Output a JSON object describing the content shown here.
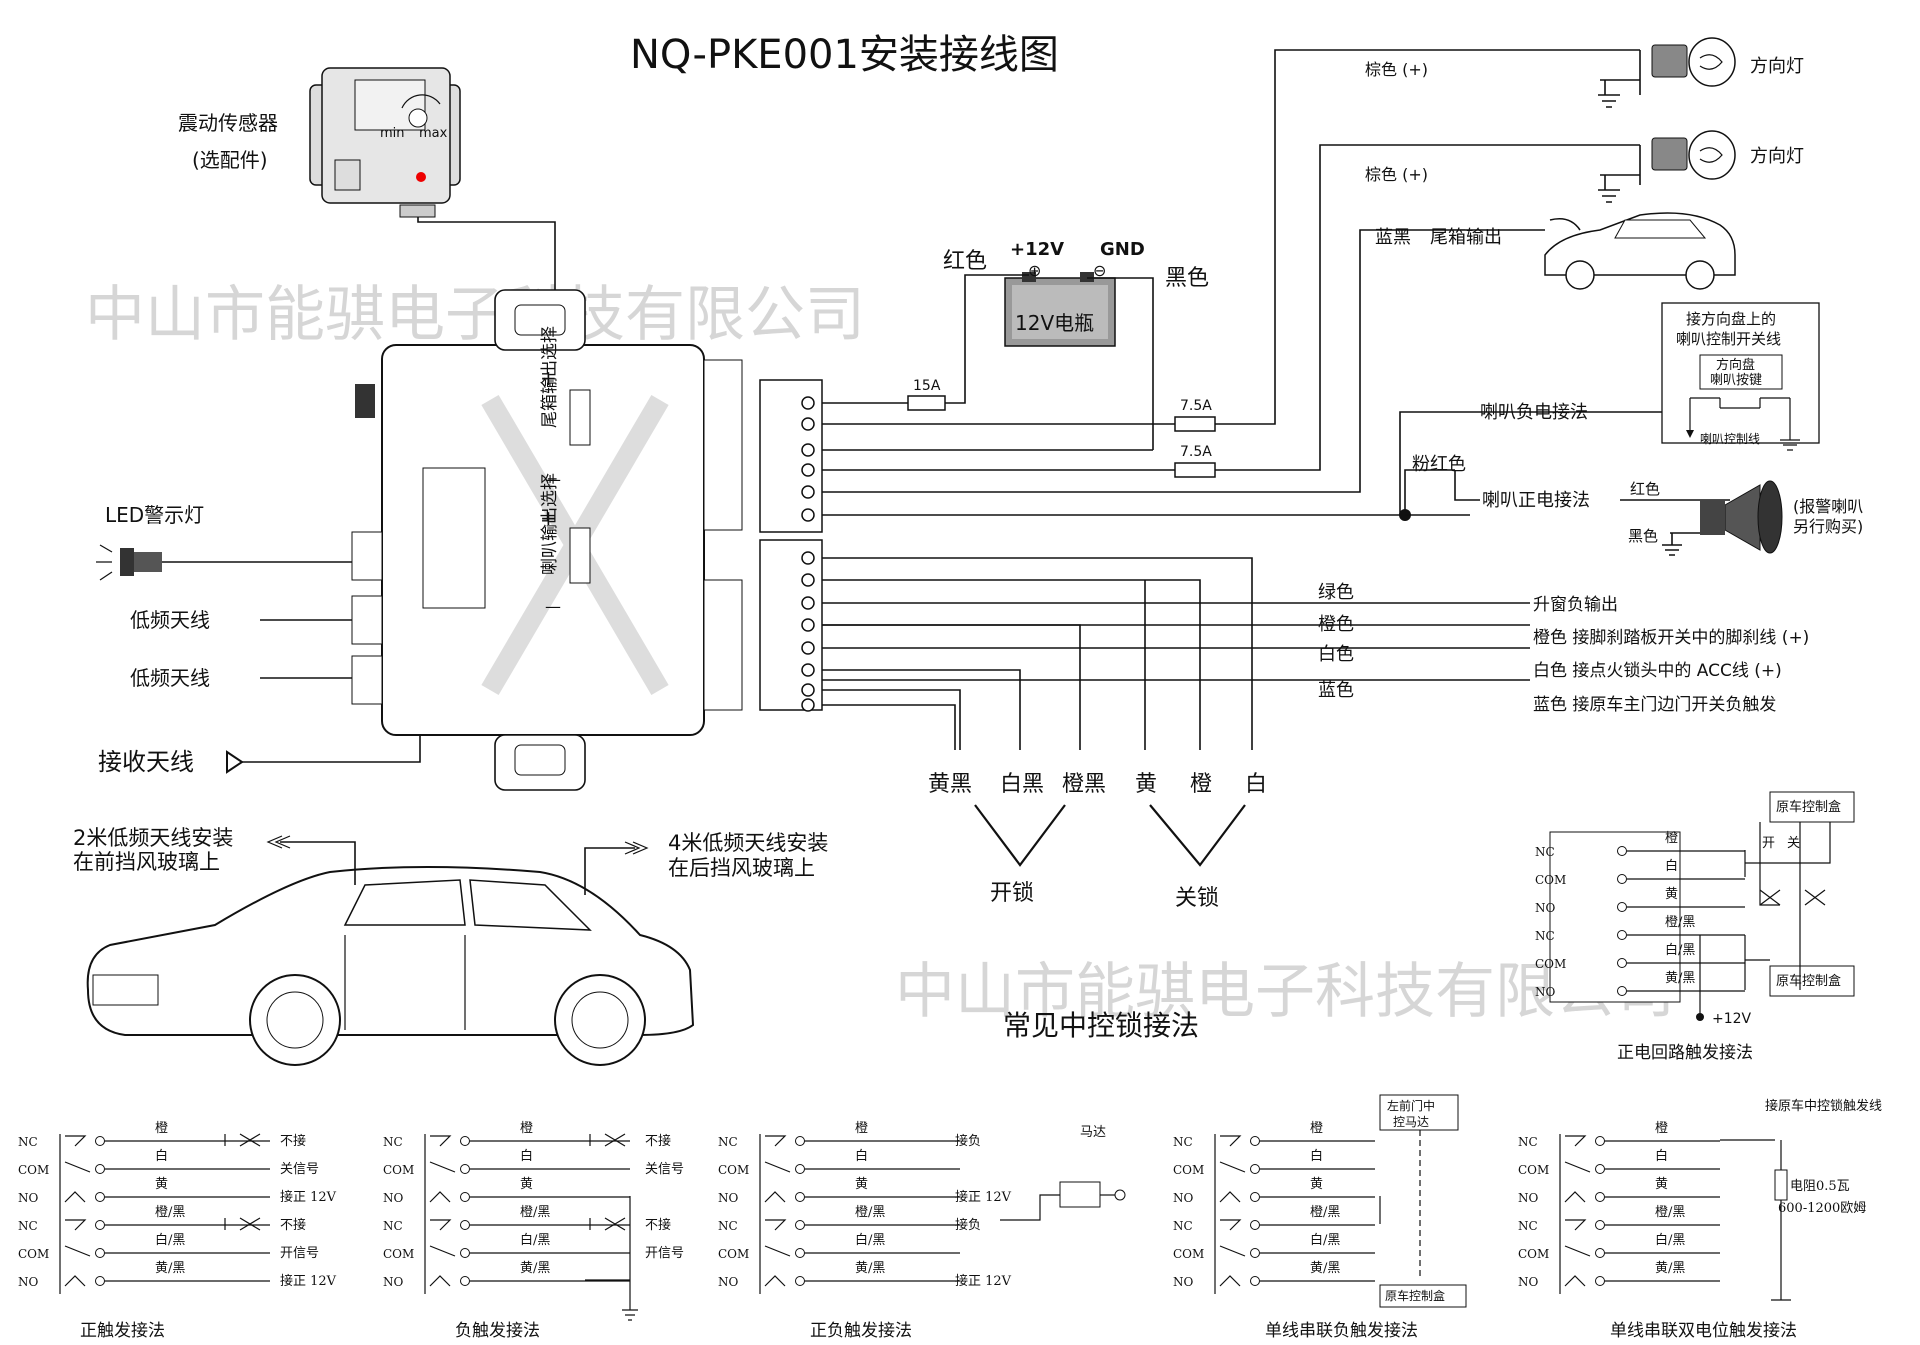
{
  "title": "NQ-PKE001安装接线图",
  "watermark": "中山市能骐电子科技有限公司",
  "main_unit": {
    "trunk_output_select": "尾箱输出选择",
    "horn_output_select": "喇叭输出选择",
    "plus": "+",
    "minus": "—"
  },
  "sensor": {
    "name": "震动传感器",
    "note": "(选配件)",
    "min": "min",
    "max": "max"
  },
  "battery": {
    "label": "12V电瓶",
    "pos": "+12V",
    "gnd": "GND",
    "pos_symbol": "⊕",
    "neg_symbol": "⊖",
    "red": "红色",
    "black": "黑色"
  },
  "fuses": {
    "f1": "15A",
    "f2": "7.5A",
    "f3": "7.5A"
  },
  "left_labels": {
    "led": "LED警示灯",
    "lf1": "低频天线",
    "lf2": "低频天线",
    "recv": "接收天线"
  },
  "top_right": {
    "brown1": "棕色 (+)",
    "lamp1": "方向灯",
    "brown2": "棕色 (+)",
    "lamp2": "方向灯",
    "trunk_wire": "蓝黑",
    "trunk_label": "尾箱输出",
    "horn_switch_title": "接方向盘上的 喇叭控制开关线",
    "horn_switch_title1": "接方向盘上的",
    "horn_switch_title2": "喇叭控制开关线",
    "steering_btn1": "方向盘",
    "steering_btn2": "喇叭按键",
    "horn_ctrl_line": "喇叭控制线",
    "horn_neg": "喇叭负电接法",
    "pink_red": "粉红色",
    "horn_pos": "喇叭正电接法",
    "horn_red": "红色",
    "horn_black": "黑色",
    "alarm_horn": "(报警喇叭另行购买)",
    "alarm_horn1": "(报警喇叭",
    "alarm_horn2": "另行购买)"
  },
  "lower_wires": [
    {
      "color": "绿色",
      "desc": "升窗负输出"
    },
    {
      "color": "橙色",
      "desc": "橙色  接脚刹踏板开关中的脚刹线 (+)"
    },
    {
      "color": "白色",
      "desc": "白色 接点火锁头中的 ACC线 (+)"
    },
    {
      "color": "蓝色",
      "desc": "蓝色 接原车主门边门开关负触发"
    }
  ],
  "lock_wires": [
    "黄黑",
    "白黑",
    "橙黑",
    "黄",
    "橙",
    "白"
  ],
  "unlock": "开锁",
  "lock": "关锁",
  "car": {
    "ant2": "2米低频天线安装",
    "ant2b": "在前挡风玻璃上",
    "ant4": "4米低频天线安装",
    "ant4b": "在后挡风玻璃上"
  },
  "common_lock": "常见中控锁接法",
  "pos_loop": {
    "title": "正电回路触发接法",
    "ctrl_box": "原车控制盒",
    "ctrl_box2": "原车控制盒",
    "open": "开",
    "close": "关",
    "v12": "+12V",
    "pins": [
      "NC",
      "COM",
      "NO",
      "NC",
      "COM",
      "NO"
    ],
    "wires": [
      "橙",
      "白",
      "黄",
      "橙/黑",
      "白/黑",
      "黄/黑"
    ]
  },
  "methods": [
    {
      "title": "正触发接法",
      "pins": [
        "NC",
        "COM",
        "NO",
        "NC",
        "COM",
        "NO"
      ],
      "wires": [
        "橙",
        "白",
        "黄",
        "橙/黑",
        "白/黑",
        "黄/黑"
      ],
      "notes": [
        "不接",
        "关信号",
        "接正 12V",
        "不接",
        "开信号",
        "接正 12V"
      ]
    },
    {
      "title": "负触发接法",
      "pins": [
        "NC",
        "COM",
        "NO",
        "NC",
        "COM",
        "NO"
      ],
      "wires": [
        "橙",
        "白",
        "黄",
        "橙/黑",
        "白/黑",
        "黄/黑"
      ],
      "notes": [
        "不接",
        "关信号",
        "",
        "不接",
        "开信号",
        ""
      ]
    },
    {
      "title": "正负触发接法",
      "pins": [
        "NC",
        "COM",
        "NO",
        "NC",
        "COM",
        "NO"
      ],
      "wires": [
        "橙",
        "白",
        "黄",
        "橙/黑",
        "白/黑",
        "黄/黑"
      ],
      "notes": [
        "接负",
        "",
        "接正 12V",
        "接负",
        "",
        "接正 12V"
      ],
      "extra": "马达"
    },
    {
      "title": "单线串联负触发接法",
      "pins": [
        "NC",
        "COM",
        "NO",
        "NC",
        "COM",
        "NO"
      ],
      "wires": [
        "橙",
        "白",
        "黄",
        "橙/黑",
        "白/黑",
        "黄/黑"
      ],
      "box_top1": "左前门中",
      "box_top2": "控马达",
      "box_bottom": "原车控制盒"
    },
    {
      "title": "单线串联双电位触发接法",
      "pins": [
        "NC",
        "COM",
        "NO",
        "NC",
        "COM",
        "NO"
      ],
      "wires": [
        "橙",
        "白",
        "黄",
        "橙/黑",
        "白/黑",
        "黄/黑"
      ],
      "trigger": "接原车中控锁触发线",
      "resistor1": "电阻0.5瓦",
      "resistor2": "600-1200欧姆"
    }
  ]
}
